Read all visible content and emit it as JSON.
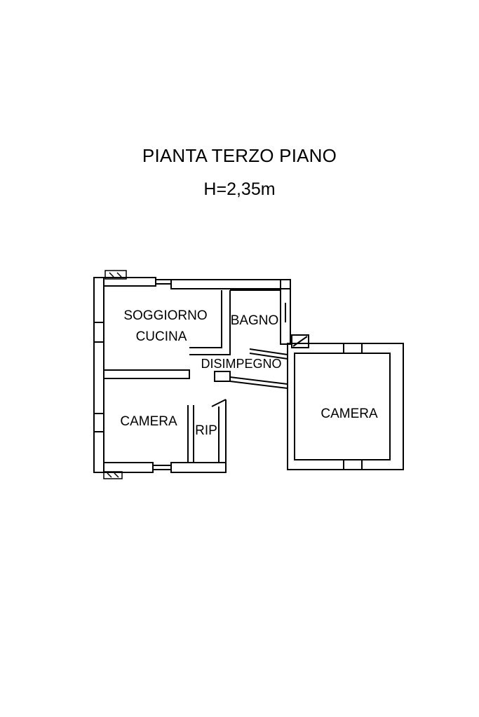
{
  "plan": {
    "title": "PIANTA TERZO PIANO",
    "height": "H=2,35m"
  },
  "rooms": {
    "soggiorno": "SOGGIORNO",
    "cucina": "CUCINA",
    "bagno": "BAGNO",
    "disimpegno": "DISIMPEGNO",
    "camera_left": "CAMERA",
    "rip": "RIP",
    "camera_right": "CAMERA"
  }
}
